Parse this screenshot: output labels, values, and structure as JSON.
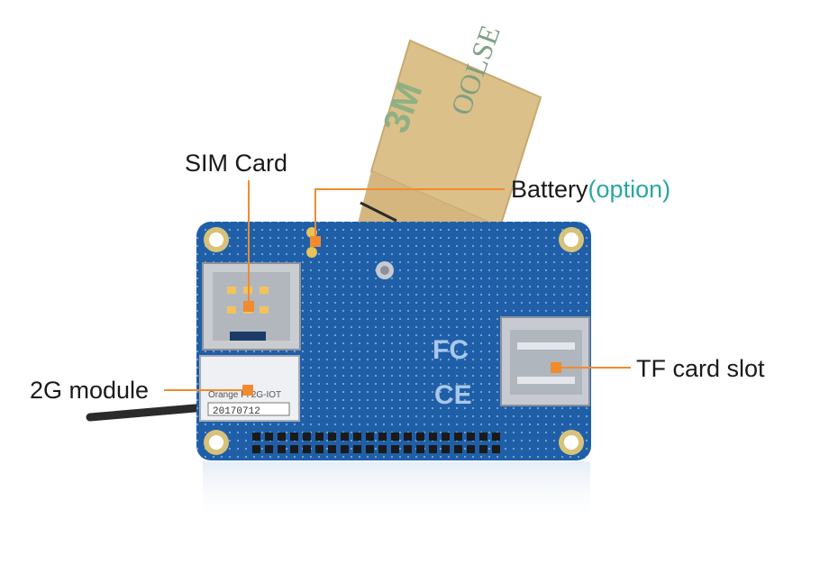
{
  "labels": {
    "sim_card": "SIM  Card",
    "battery": "Battery",
    "battery_option": "(option)",
    "module_2g": "2G module",
    "tf_card_slot": "TF card slot"
  },
  "board_text": {
    "module_line1": "Orange Pi 2G-IOT",
    "module_line2": "20170712",
    "tape_brand": "3M",
    "tape_text": "OOLSE",
    "fcc_mark": "FC",
    "ce_mark": "CE"
  },
  "colors": {
    "board": "#1f5fa8",
    "marker": "#f28a2e",
    "leader_line": "#f28a2e",
    "accent_text": "#2aa6a6",
    "tape": "#d9c08a"
  }
}
